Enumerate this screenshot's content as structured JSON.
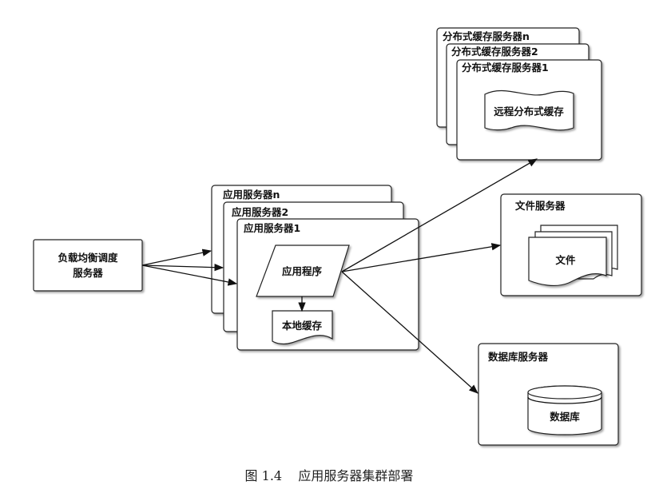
{
  "load_balancer": {
    "line1": "负载均衡调度",
    "line2": "服务器"
  },
  "app_servers": {
    "server_n": "应用服务器n",
    "server_2": "应用服务器2",
    "server_1": "应用服务器1",
    "app_program": "应用程序",
    "local_cache": "本地缓存"
  },
  "cache_servers": {
    "server_n": "分布式缓存服务器n",
    "server_2": "分布式缓存服务器2",
    "server_1": "分布式缓存服务器1",
    "remote_cache": "远程分布式缓存"
  },
  "file_server": {
    "title": "文件服务器",
    "file": "文件"
  },
  "db_server": {
    "title": "数据库服务器",
    "db": "数据库"
  },
  "caption": "图 1.4    应用服务器集群部署"
}
